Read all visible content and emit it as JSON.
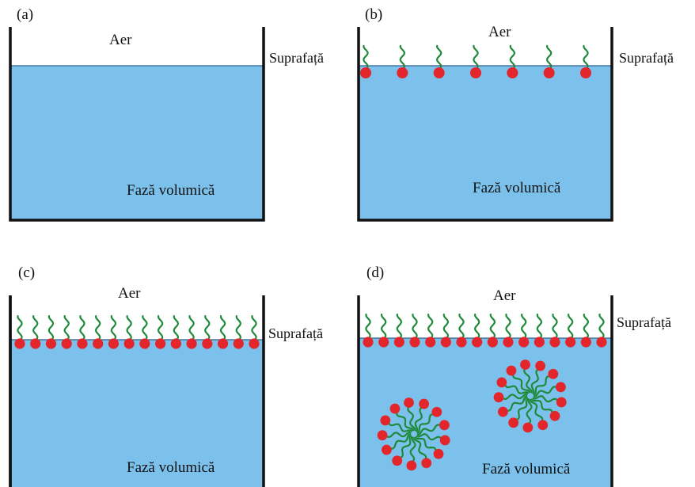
{
  "colors": {
    "water": "#7cc1ec",
    "wall": "#111111",
    "surface_line": "#2e5f86",
    "head": "#e3262b",
    "tail": "#1f8a3a",
    "text": "#111111"
  },
  "panels": [
    {
      "id": "a",
      "tag": "(a)",
      "air_label": "Aer",
      "surface_label": "Suprafață",
      "bulk_label": "Fază volumică",
      "surface_molecules": 0,
      "micelles": 0
    },
    {
      "id": "b",
      "tag": "(b)",
      "air_label": "Aer",
      "surface_label": "Suprafață",
      "bulk_label": "Fază volumică",
      "surface_molecules": 7,
      "micelles": 0
    },
    {
      "id": "c",
      "tag": "(c)",
      "air_label": "Aer",
      "surface_label": "Suprafață",
      "bulk_label": "Fază volumică",
      "surface_molecules": 16,
      "micelles": 0
    },
    {
      "id": "d",
      "tag": "(d)",
      "air_label": "Aer",
      "surface_label": "Suprafață",
      "bulk_label": "Fază volumică",
      "surface_molecules": 16,
      "micelles": 2
    }
  ]
}
